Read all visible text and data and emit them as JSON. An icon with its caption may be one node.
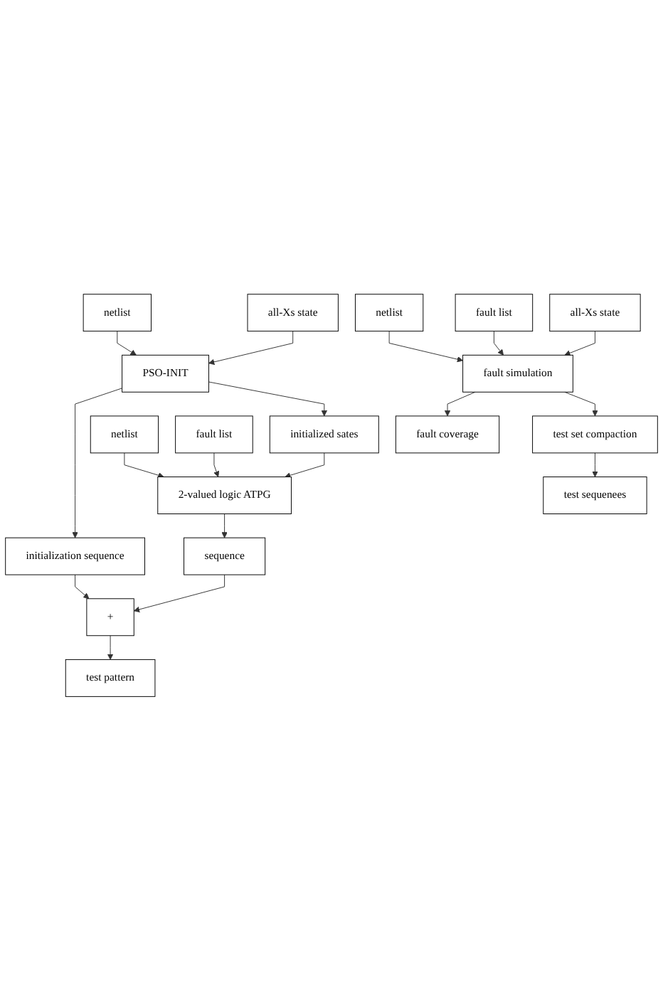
{
  "diagram": {
    "nodes": [
      {
        "text": [
          "netlist"
        ]
      },
      {
        "text": [
          "all-Xs state"
        ]
      },
      {
        "text": [
          "PSO-INIT"
        ]
      },
      {
        "text": [
          "initialization sequence"
        ]
      },
      {
        "text": [
          "initialized sates"
        ]
      },
      {
        "text": [
          "netlist"
        ]
      },
      {
        "text": [
          "fault list"
        ]
      },
      {
        "text": [
          "2-valued logic ATPG"
        ]
      },
      {
        "text": [
          "sequence"
        ]
      },
      {
        "text": [
          "+"
        ]
      },
      {
        "text": [
          "netlist"
        ]
      },
      {
        "text": [
          "fault list"
        ]
      },
      {
        "text": [
          "all-Xs state"
        ]
      },
      {
        "text": [
          "test pattern"
        ]
      },
      {
        "text": [
          "fault simulation"
        ]
      },
      {
        "text": [
          "fault coverage"
        ]
      },
      {
        "text": [
          "test set compaction"
        ]
      },
      {
        "text": [
          "test sequenees"
        ]
      }
    ],
    "edges": [
      {
        "from": 0,
        "to": 2,
        "arrow": "to"
      },
      {
        "from": 1,
        "to": 2,
        "arrow": "to"
      },
      {
        "from": 2,
        "to": 3,
        "arrow": "to"
      },
      {
        "from": 2,
        "to": 4,
        "arrow": "to"
      },
      {
        "from": 5,
        "to": 7,
        "arrow": "to"
      },
      {
        "from": 4,
        "to": 7,
        "arrow": "to"
      },
      {
        "from": 6,
        "to": 7,
        "arrow": "to"
      },
      {
        "from": 7,
        "to": 8,
        "arrow": "to"
      },
      {
        "from": 3,
        "to": 9,
        "arrow": "to"
      },
      {
        "from": 8,
        "to": 9,
        "arrow": "to"
      },
      {
        "from": 9,
        "to": 13,
        "arrow": "to"
      },
      {
        "from": 10,
        "to": 14,
        "arrow": "to"
      },
      {
        "from": 11,
        "to": 14,
        "arrow": "to"
      },
      {
        "from": 12,
        "to": 14,
        "arrow": "to"
      },
      {
        "from": 14,
        "to": 15,
        "arrow": "to"
      },
      {
        "from": 14,
        "to": 16,
        "arrow": "to"
      },
      {
        "from": 16,
        "to": 17,
        "arrow": "to"
      }
    ]
  }
}
